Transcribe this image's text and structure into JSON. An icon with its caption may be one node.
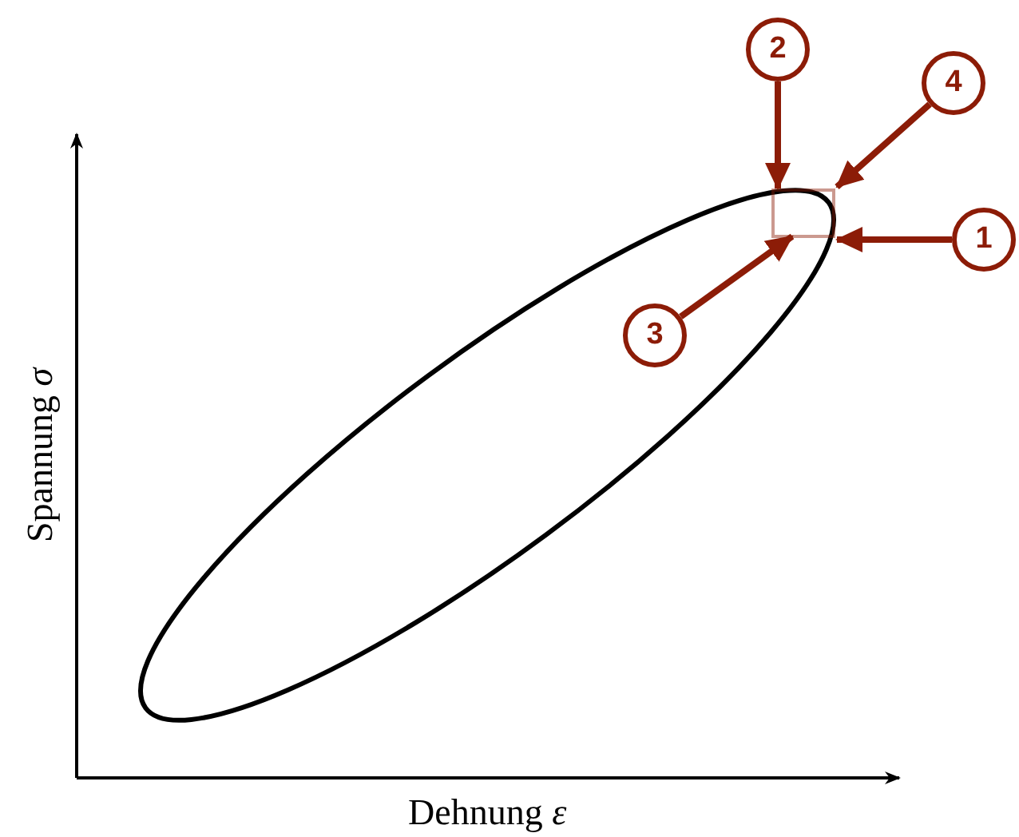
{
  "diagram": {
    "nodes": [
      {
        "text": [
          "2"
        ]
      },
      {
        "text": [
          "4"
        ]
      },
      {
        "text": [
          "1"
        ]
      },
      {
        "text": [
          "3"
        ]
      },
      {
        "text": [],
        "shape": "box"
      }
    ],
    "edges": [
      {
        "from": 0,
        "to": 4,
        "arrow": "to"
      },
      {
        "from": 1,
        "to": 4,
        "arrow": "to"
      },
      {
        "from": 2,
        "to": 4,
        "arrow": "to"
      },
      {
        "from": 3,
        "to": 4,
        "arrow": "to"
      }
    ],
    "labels": [
      "Spannung *σ*",
      "Dehnung *ε*"
    ]
  }
}
